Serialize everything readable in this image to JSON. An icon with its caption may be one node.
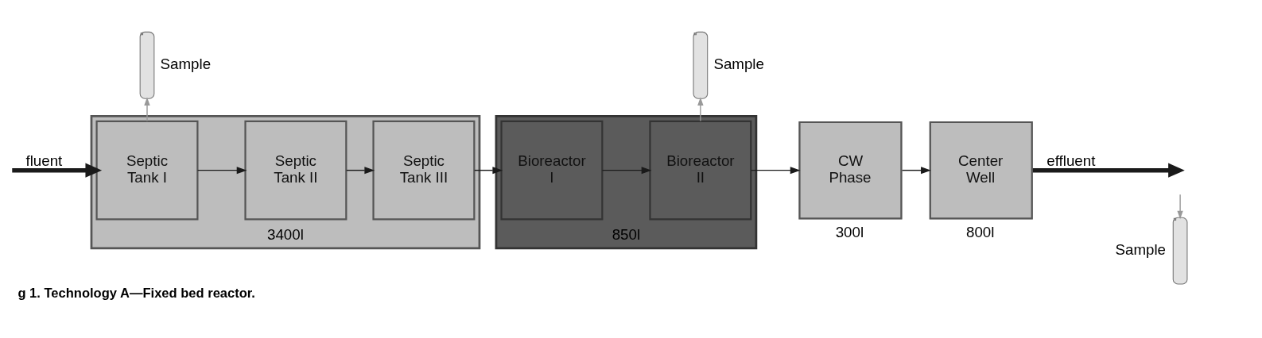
{
  "diagram": {
    "caption": "g 1. Technology A—Fixed bed reactor.",
    "nodes": [
      {
        "text": [
          "3400l"
        ]
      },
      {
        "text": [
          "Septic Tank I"
        ],
        "in": 0
      },
      {
        "text": [
          "Septic Tank II"
        ],
        "in": 0
      },
      {
        "text": [
          "Septic Tank III"
        ],
        "in": 0
      },
      {
        "text": [
          "850l"
        ]
      },
      {
        "text": [
          "Bioreactor I"
        ],
        "in": 4
      },
      {
        "text": [
          "Bioreactor II"
        ],
        "in": 4
      },
      {
        "text": [
          "CW Phase"
        ],
        "beside": [
          "300l"
        ]
      },
      {
        "text": [
          "Center Well"
        ],
        "beside": [
          "800l"
        ]
      },
      {
        "text": [],
        "shape": "picture",
        "beside": [
          "Sample"
        ]
      },
      {
        "text": [],
        "shape": "picture",
        "beside": [
          "Sample"
        ]
      },
      {
        "text": [],
        "shape": "picture",
        "beside": [
          "Sample"
        ]
      }
    ],
    "edges": [
      {
        "from": null,
        "to": 1,
        "arrow": "to",
        "label": "fluent",
        "style": "thick"
      },
      {
        "from": 1,
        "to": 2,
        "arrow": "to"
      },
      {
        "from": 2,
        "to": 3,
        "arrow": "to"
      },
      {
        "from": 3,
        "to": 5,
        "arrow": "to"
      },
      {
        "from": 5,
        "to": 6,
        "arrow": "to"
      },
      {
        "from": 6,
        "to": 7,
        "arrow": "to"
      },
      {
        "from": 7,
        "to": 8,
        "arrow": "to"
      },
      {
        "from": 8,
        "to": null,
        "arrow": "to",
        "label": "effluent",
        "style": "thick"
      },
      {
        "from": 1,
        "to": 10,
        "arrow": "to",
        "color": "#999999"
      },
      {
        "from": 6,
        "to": 11,
        "arrow": "to",
        "color": "#999999"
      },
      {
        "from": null,
        "to": 9,
        "arrow": "to",
        "color": "#999999"
      }
    ]
  }
}
